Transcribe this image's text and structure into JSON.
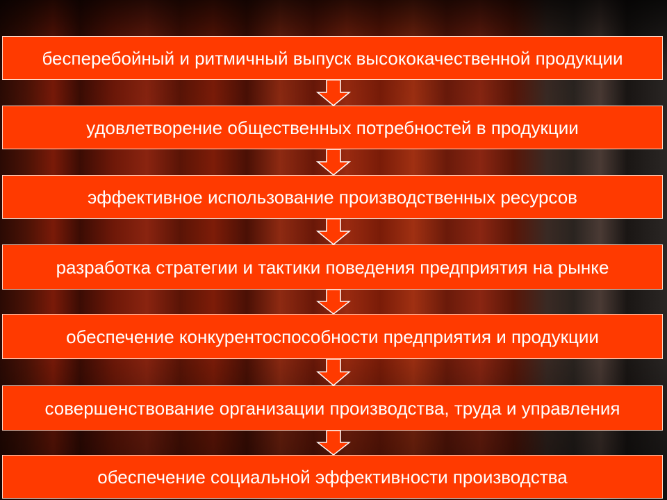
{
  "steps": [
    {
      "text": "бесперебойный и ритмичный выпуск высококачественной продукции"
    },
    {
      "text": "удовлетворение общественных потребностей в продукции"
    },
    {
      "text": "эффективное использование производственных ресурсов"
    },
    {
      "text": "разработка стратегии и тактики поведения предприятия на рынке"
    },
    {
      "text": "обеспечение конкурентоспособности предприятия и продукции"
    },
    {
      "text": "совершенствование организации производства, труда и управления"
    },
    {
      "text": "обеспечение социальной эффективности производства"
    }
  ],
  "colors": {
    "box_fill": "#ff3a00",
    "box_border": "#ffd9c8",
    "arrow_fill": "#ff3a00",
    "arrow_stroke": "#ffffff",
    "text": "#ffffff"
  },
  "icons": {
    "connector": "down-arrow-icon"
  }
}
